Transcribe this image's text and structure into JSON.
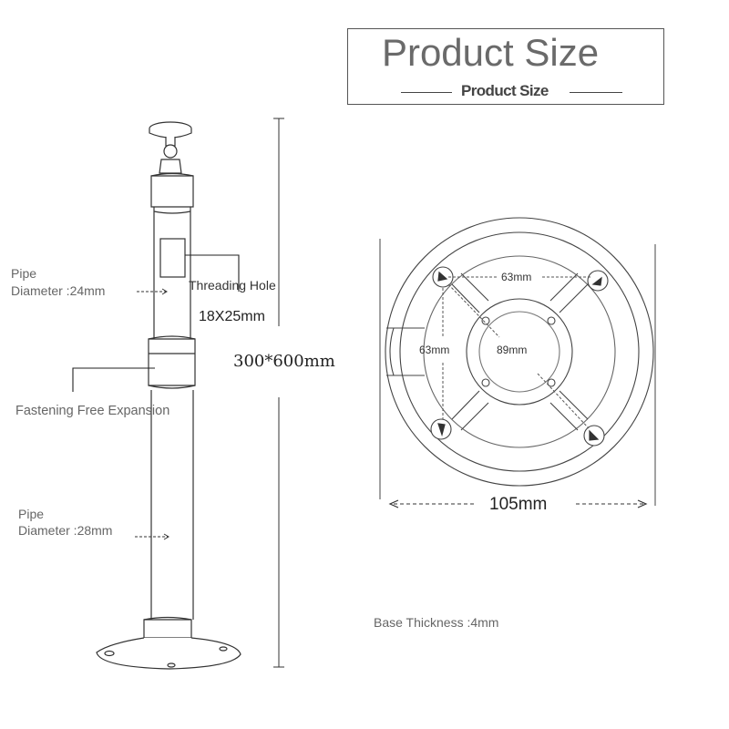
{
  "header": {
    "title": "Product Size",
    "subtitle": "Product Size"
  },
  "labels": {
    "upper_pipe_name": "Pipe",
    "upper_pipe_diameter": "Diameter :24mm",
    "threading_hole": "Threading Hole",
    "threading_hole_size": "18X25mm",
    "fastening": "Fastening Free Expansion",
    "lower_pipe_name": "Pipe",
    "lower_pipe_diameter": "Diameter :28mm",
    "total_length": "300*600mm",
    "base_width": "105mm",
    "hole_spacing_horizontal": "63mm",
    "hole_spacing_vertical": "63mm",
    "hole_diagonal": "89mm",
    "base_thickness": "Base Thickness :4mm"
  }
}
